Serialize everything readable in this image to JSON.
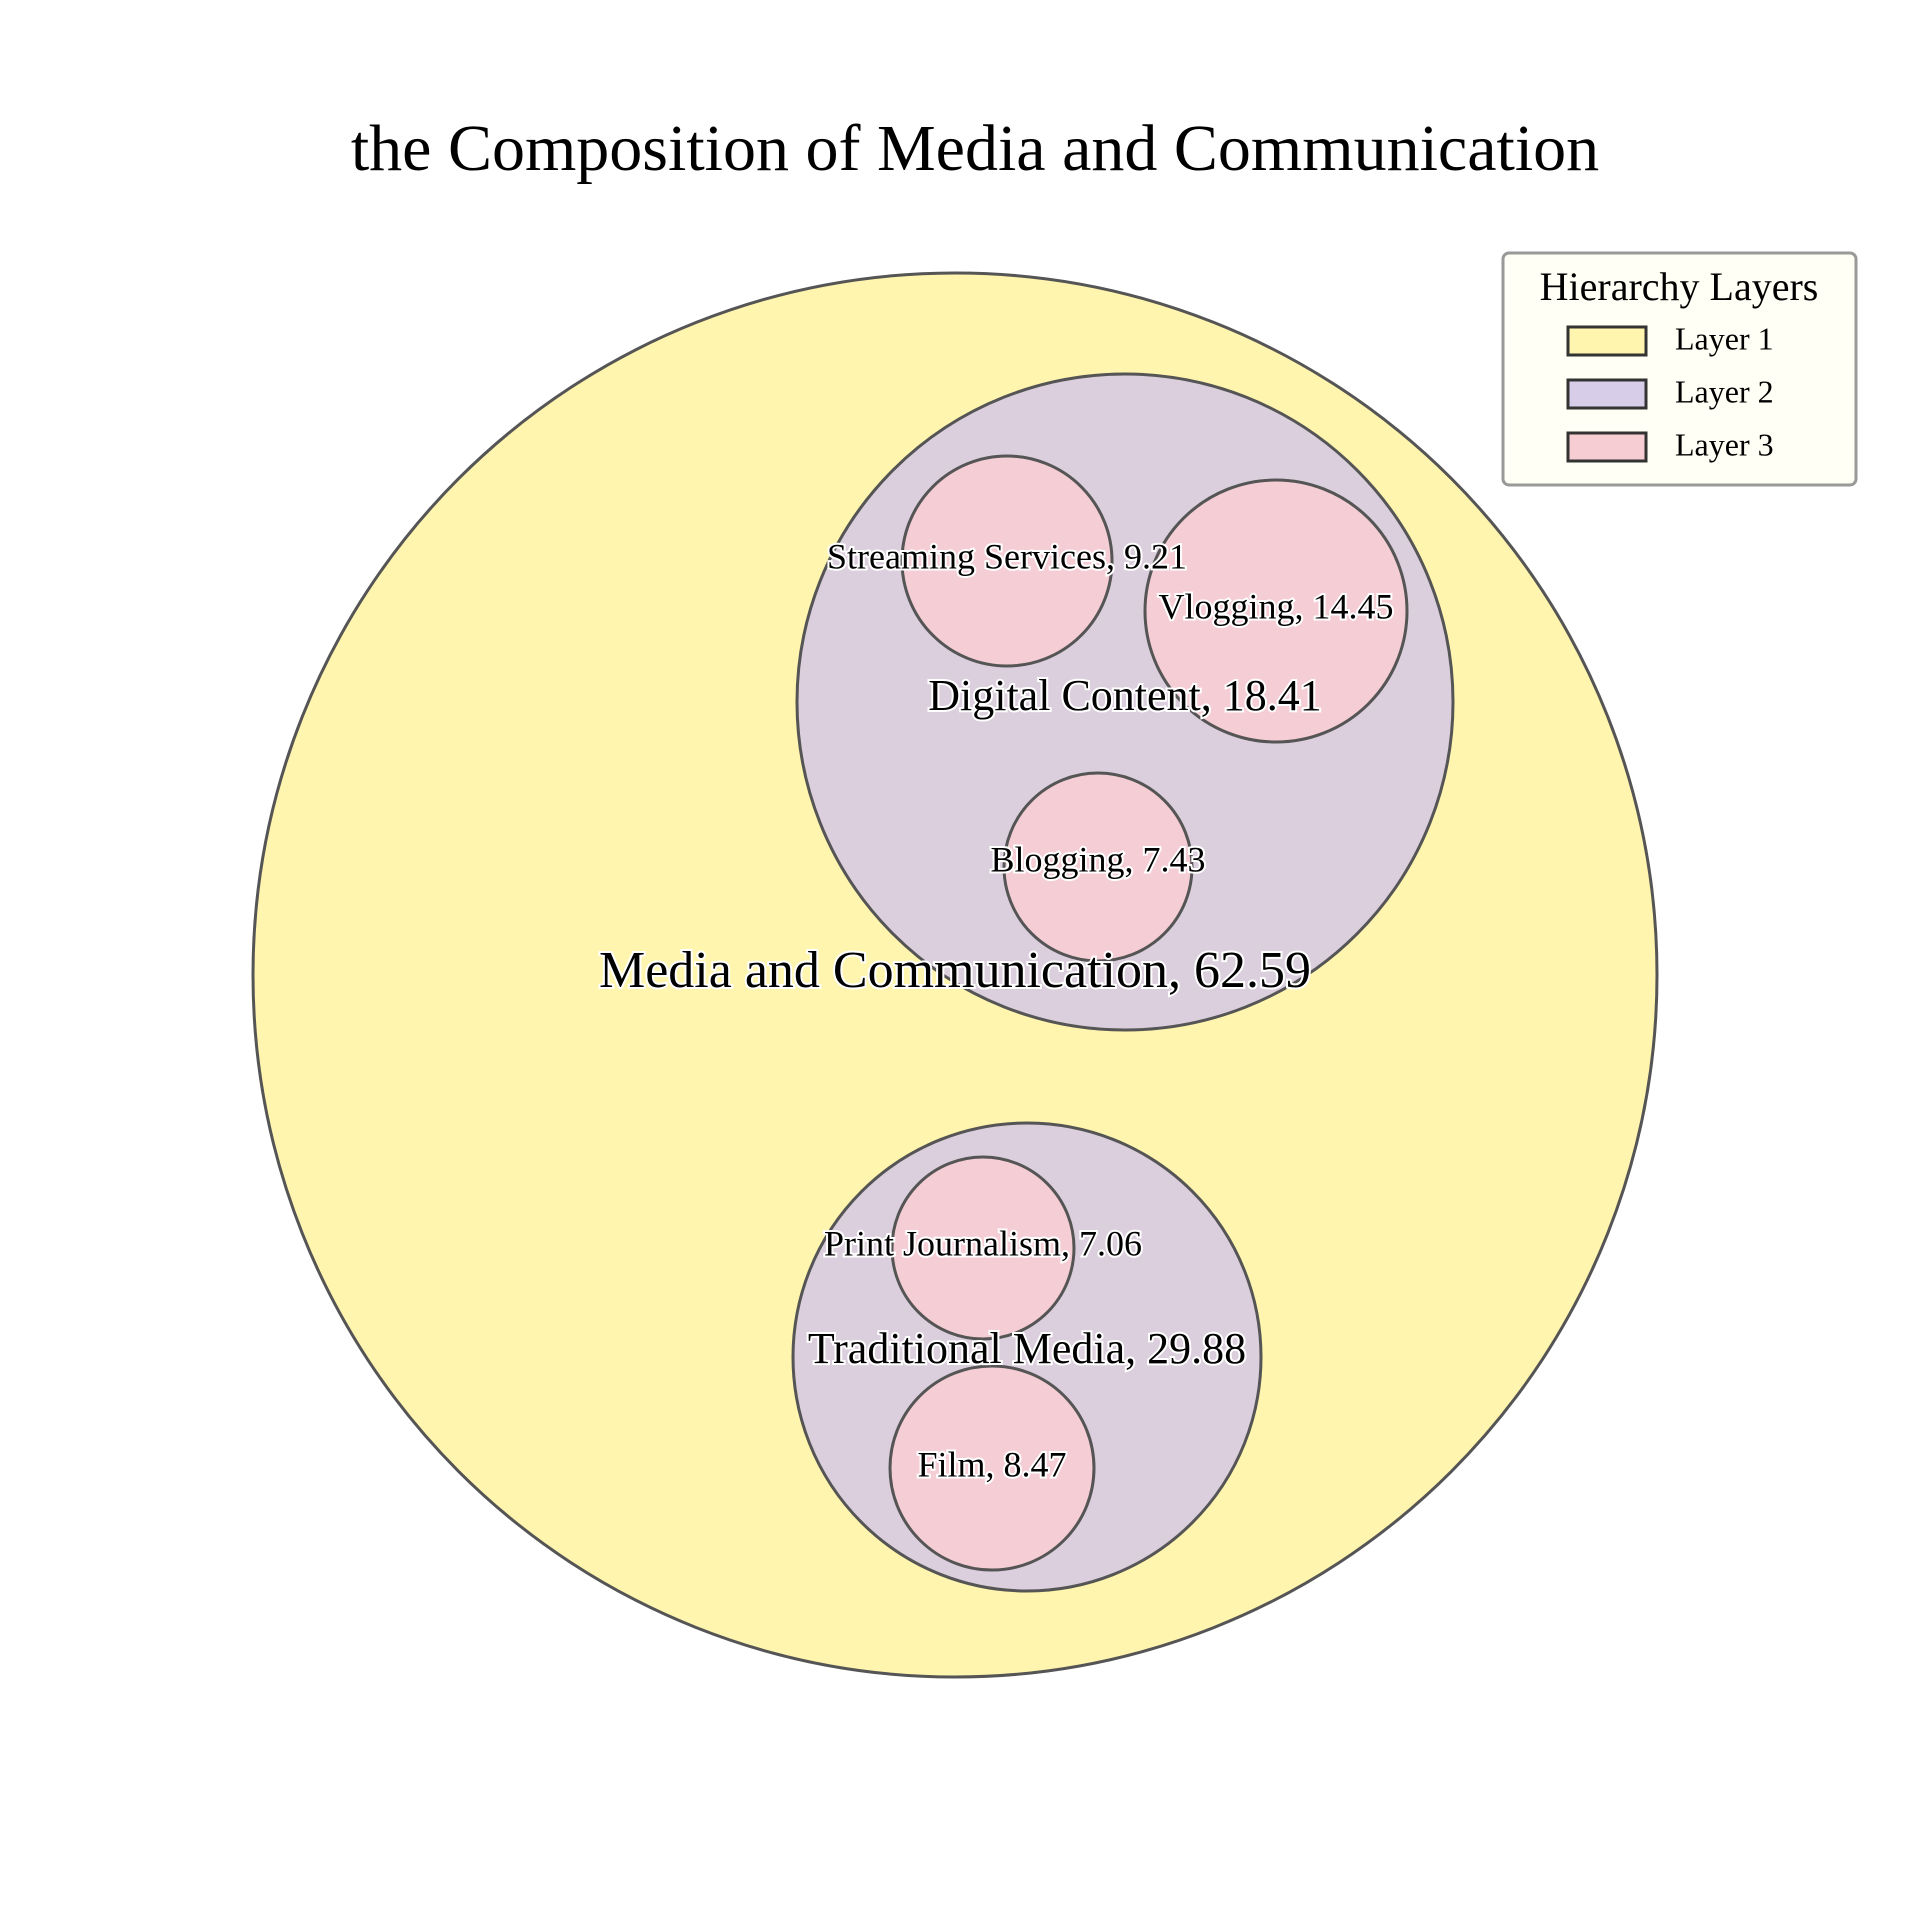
{
  "chart_data": {
    "type": "circle_packing",
    "title": "the Composition of Media and Communication",
    "legend": {
      "title": "Hierarchy Layers",
      "placement": "top-right",
      "entries": [
        {
          "label": "Layer 1",
          "color": "#fff5ae"
        },
        {
          "label": "Layer 2",
          "color": "#d8cde8"
        },
        {
          "label": "Layer 3",
          "color": "#f5cdd3"
        }
      ]
    },
    "colors": {
      "layer1": "#fff5ae",
      "layer2": "#dccfdd",
      "layer3": "#f5cdd5",
      "edge": "#555555"
    },
    "nodes": [
      {
        "name": "Media and Communication",
        "value": 62.59,
        "layer": 1,
        "label": "Media and Communication, 62.59"
      },
      {
        "name": "Digital Content",
        "value": 18.41,
        "layer": 2,
        "parent": "Media and Communication",
        "label": "Digital Content, 18.41"
      },
      {
        "name": "Traditional Media",
        "value": 29.88,
        "layer": 2,
        "parent": "Media and Communication",
        "label": "Traditional Media, 29.88"
      },
      {
        "name": "Streaming Services",
        "value": 9.21,
        "layer": 3,
        "parent": "Digital Content",
        "label": "Streaming Services, 9.21"
      },
      {
        "name": "Vlogging",
        "value": 14.45,
        "layer": 3,
        "parent": "Digital Content",
        "label": "Vlogging, 14.45"
      },
      {
        "name": "Blogging",
        "value": 7.43,
        "layer": 3,
        "parent": "Digital Content",
        "label": "Blogging, 7.43"
      },
      {
        "name": "Print Journalism",
        "value": 7.06,
        "layer": 3,
        "parent": "Traditional Media",
        "label": "Print Journalism, 7.06"
      },
      {
        "name": "Film",
        "value": 8.47,
        "layer": 3,
        "parent": "Traditional Media",
        "label": "Film, 8.47"
      }
    ]
  }
}
